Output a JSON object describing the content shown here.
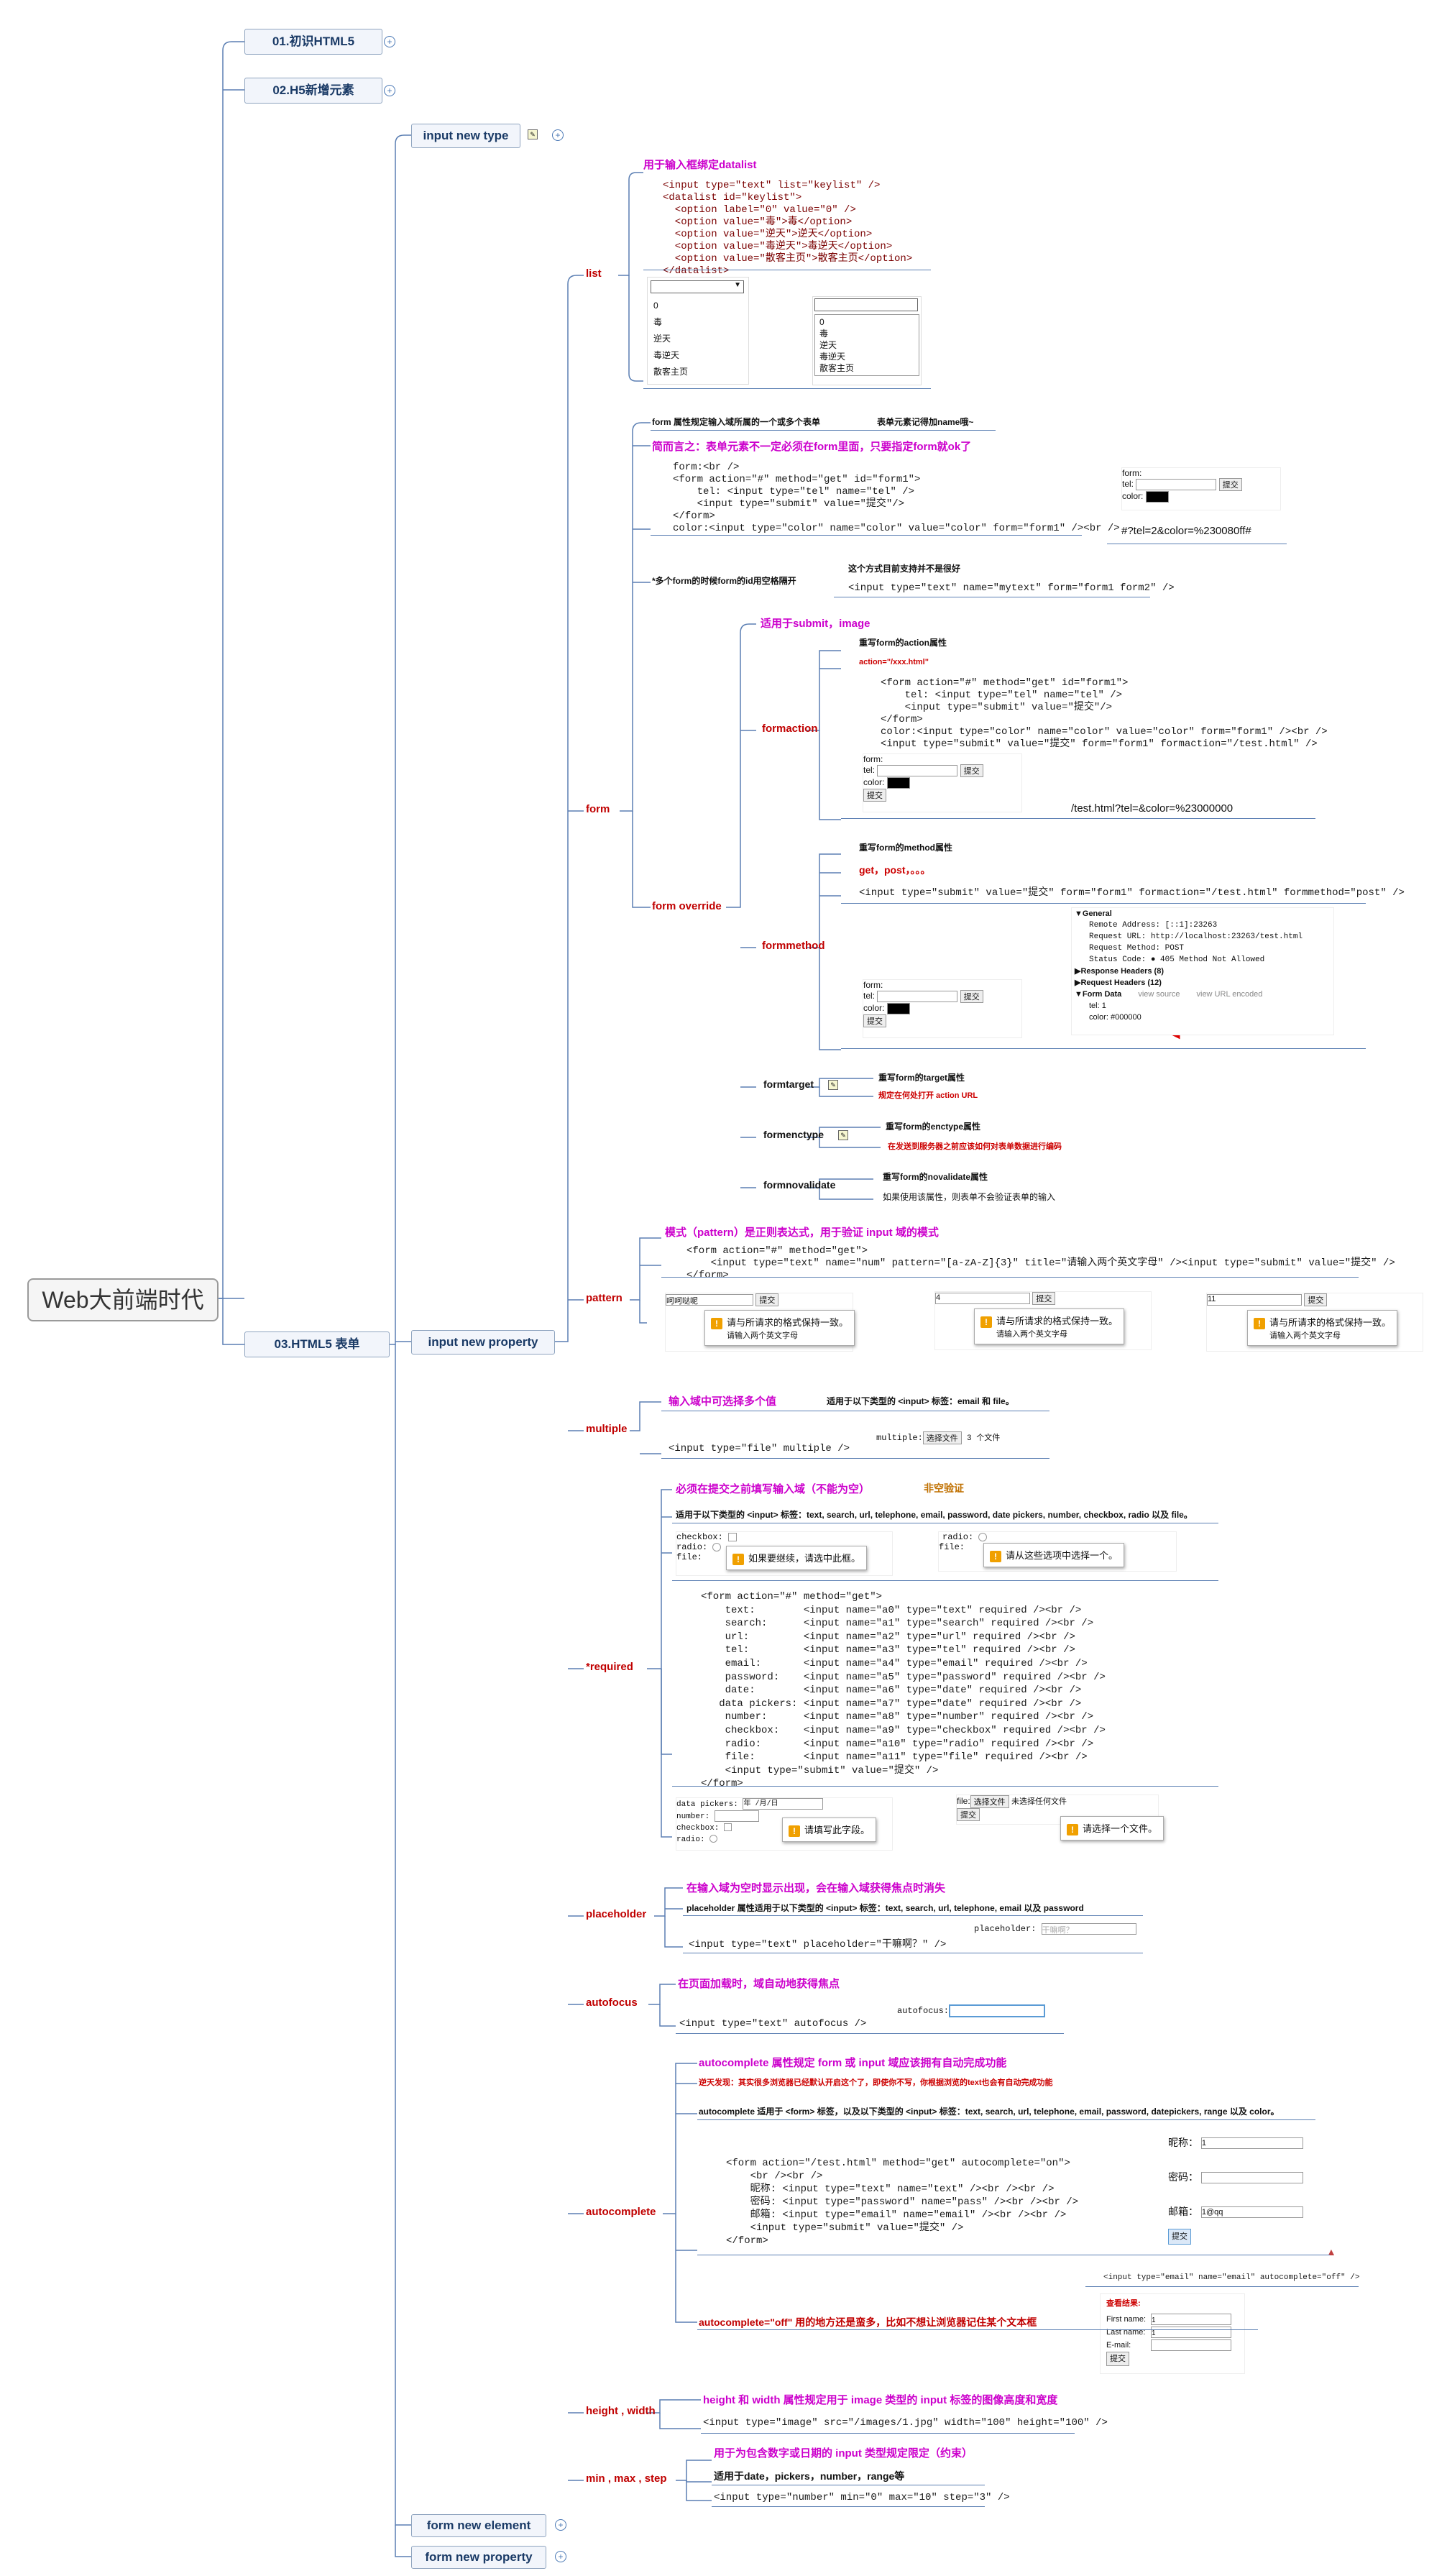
{
  "root": "Web大前端时代",
  "sections": [
    "01.初识HTML5",
    "02.H5新增元素",
    "03.HTML5 表单"
  ],
  "l2": [
    "input new type",
    "input new property",
    "form new element",
    "form new property"
  ],
  "props": {
    "list": "list",
    "form": "form",
    "pattern": "pattern",
    "multiple": "multiple",
    "required": "*required",
    "placeholder": "placeholder",
    "autofocus": "autofocus",
    "autocomplete": "autocomplete",
    "hw": "height , width",
    "mms": "min , max , step"
  },
  "list": {
    "title": "用于输入框绑定datalist",
    "code": "<input type=\"text\" list=\"keylist\" />\n<datalist id=\"keylist\">\n  <option label=\"0\" value=\"0\" />\n  <option value=\"毒\">毒</option>\n  <option value=\"逆天\">逆天</option>\n  <option value=\"毒逆天\">毒逆天</option>\n  <option value=\"散客主页\">散客主页</option>\n</datalist>",
    "options": [
      "0",
      "毒",
      "逆天",
      "毒逆天",
      "散客主页"
    ]
  },
  "form": {
    "t1": "form 属性规定输入域所属的一个或多个表单",
    "t1b": "表单元素记得加name哦~",
    "t2": "简而言之：表单元素不一定必须在form里面，只要指定form就ok了",
    "code1": "form:<br />\n<form action=\"#\" method=\"get\" id=\"form1\">\n    tel: <input type=\"tel\" name=\"tel\" />\n    <input type=\"submit\" value=\"提交\"/>\n</form>\ncolor:<input type=\"color\" name=\"color\" value=\"color\" form=\"form1\" /><br />",
    "shot_labels": [
      "form:",
      "tel:",
      "color:"
    ],
    "submit": "提交",
    "result1": "#?tel=2&color=%230080ff#",
    "multi": "*多个form的时候form的id用空格隔开",
    "multi_note": "这个方式目前支持并不是很好",
    "code_multi": "<input type=\"text\" name=\"mytext\" form=\"form1 form2\" />",
    "override": "form override",
    "override_note": "适用于submit，image",
    "formaction": "formaction",
    "fa_title": "重写form的action属性",
    "fa_note": "action=\"/xxx.html\"",
    "fa_code": "<form action=\"#\" method=\"get\" id=\"form1\">\n    tel: <input type=\"tel\" name=\"tel\" />\n    <input type=\"submit\" value=\"提交\"/>\n</form>\ncolor:<input type=\"color\" name=\"color\" value=\"color\" form=\"form1\" /><br />\n<input type=\"submit\" value=\"提交\" form=\"form1\" formaction=\"/test.html\" />",
    "fa_result": "/test.html?tel=&color=%23000000",
    "formmethod": "formmethod",
    "fm_title": "重写form的method属性",
    "fm_note": "get，post，。。。",
    "fm_code": "<input type=\"submit\" value=\"提交\" form=\"form1\" formaction=\"/test.html\" formmethod=\"post\" />",
    "devtools": [
      "▼General",
      "Remote Address: [::1]:23263",
      "Request URL: http://localhost:23263/test.html",
      "Request Method: POST",
      "Status Code: ● 405 Method Not Allowed",
      "▶Response Headers (8)",
      "▶Request Headers (12)",
      "▼Form Data",
      "view source",
      "view URL encoded",
      "tel: 1",
      "color: #000000"
    ],
    "formtarget": "formtarget",
    "ft_title": "重写form的target属性",
    "ft_note": "规定在何处打开 action URL",
    "formenctype": "formenctype",
    "fe_title": "重写form的enctype属性",
    "fe_note": "在发送到服务器之前应该如何对表单数据进行编码",
    "formnovalidate": "formnovalidate",
    "fn_title": "重写form的novalidate属性",
    "fn_note": "如果使用该属性，则表单不会验证表单的输入"
  },
  "pattern": {
    "title": "模式（pattern）是正则表达式，用于验证 input 域的模式",
    "code": "<form action=\"#\" method=\"get\">\n    <input type=\"text\" name=\"num\" pattern=\"[a-zA-Z]{3}\" title=\"请输入两个英文字母\" /><input type=\"submit\" value=\"提交\" />\n</form>",
    "inputs": [
      "呵呵哒呢",
      "4",
      "11"
    ],
    "tip": "请与所请求的格式保持一致。",
    "tip2": "请输入两个英文字母"
  },
  "multiple": {
    "title": "输入域中可选择多个值",
    "note": "适用于以下类型的 <input> 标签：email 和 file。",
    "code": "<input type=\"file\" multiple />",
    "shot_label": "multiple:",
    "choose": "选择文件",
    "count": "3 个文件"
  },
  "required": {
    "title": "必须在提交之前填写输入域（不能为空）",
    "title2": "非空验证",
    "note": "适用于以下类型的 <input> 标签：text, search, url, telephone, email, password, date pickers, number, checkbox, radio 以及 file。",
    "shot1": [
      "checkbox:",
      "radio:",
      "file:"
    ],
    "tip1": "如果要继续，请选中此框。",
    "shot2": [
      "radio:",
      "file:"
    ],
    "tip2": "请从这些选项中选择一个。",
    "code": "<form action=\"#\" method=\"get\">\n    text:        <input name=\"a0\" type=\"text\" required /><br />\n    search:      <input name=\"a1\" type=\"search\" required /><br />\n    url:         <input name=\"a2\" type=\"url\" required /><br />\n    tel:         <input name=\"a3\" type=\"tel\" required /><br />\n    email:       <input name=\"a4\" type=\"email\" required /><br />\n    password:    <input name=\"a5\" type=\"password\" required /><br />\n    date:        <input name=\"a6\" type=\"date\" required /><br />\n   data pickers: <input name=\"a7\" type=\"date\" required /><br />\n    number:      <input name=\"a8\" type=\"number\" required /><br />\n    checkbox:    <input name=\"a9\" type=\"checkbox\" required /><br />\n    radio:       <input name=\"a10\" type=\"radio\" required /><br />\n    file:        <input name=\"a11\" type=\"file\" required /><br />\n    <input type=\"submit\" value=\"提交\" />\n</form>",
    "shot3": [
      "data pickers:",
      "number:",
      "checkbox:",
      "radio:"
    ],
    "date_val": "年 /月/日",
    "tip3": "请填写此字段。",
    "file_label": "file:",
    "no_file": "未选择任何文件",
    "tip4": "请选择一个文件。"
  },
  "placeholder": {
    "title": "在输入域为空时显示出现，会在输入域获得焦点时消失",
    "note": "placeholder 属性适用于以下类型的 <input> 标签：text, search, url, telephone, email 以及 password",
    "code": "<input type=\"text\" placeholder=\"干嘛啊？\" />",
    "shot_label": "placeholder:",
    "shot_ph": "干嘛啊？"
  },
  "autofocus": {
    "title": "在页面加载时，域自动地获得焦点",
    "code": "<input type=\"text\" autofocus />",
    "shot_label": "autofocus:"
  },
  "autocomplete": {
    "title": "autocomplete 属性规定 form 或 input 域应该拥有自动完成功能",
    "warn": "逆天发现：其实很多浏览器已经默认开启这个了，即使你不写，你根据浏览的text也会有自动完成功能",
    "note": "autocomplete 适用于 <form> 标签，以及以下类型的 <input> 标签：text, search, url, telephone, email, password, datepickers, range 以及 color。",
    "code": "<form action=\"/test.html\" method=\"get\" autocomplete=\"on\">\n    <br /><br />\n    昵称: <input type=\"text\" name=\"text\" /><br /><br />\n    密码: <input type=\"password\" name=\"pass\" /><br /><br />\n    邮箱: <input type=\"email\" name=\"email\" /><br /><br />\n    <input type=\"submit\" value=\"提交\" />\n</form>",
    "fields": [
      "昵称：",
      "密码：",
      "邮箱："
    ],
    "vals": [
      "1",
      "",
      "1@qq"
    ],
    "submit": "提交",
    "off": "autocomplete=\"off\" 用的地方还是蛮多，比如不想让浏览器记住某个文本框",
    "off_code": "<input type=\"email\" name=\"email\" autocomplete=\"off\" />",
    "off_title": "查看结果:",
    "off_fields": [
      "First name:",
      "Last name:",
      "E-mail:"
    ],
    "off_vals": [
      "1",
      "1",
      ""
    ]
  },
  "hw": {
    "title": "height 和 width 属性规定用于 image 类型的 input 标签的图像高度和宽度",
    "code": "<input type=\"image\" src=\"/images/1.jpg\" width=\"100\" height=\"100\" />"
  },
  "mms": {
    "title": "用于为包含数字或日期的 input 类型规定限定（约束）",
    "note": "适用于date，pickers，number，range等",
    "code": "<input type=\"number\" min=\"0\" max=\"10\" step=\"3\" />"
  }
}
